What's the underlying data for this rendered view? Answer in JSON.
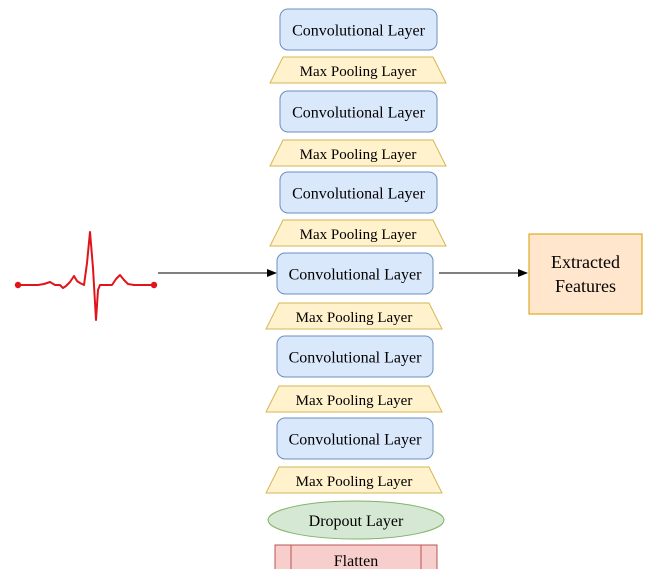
{
  "colors": {
    "conv_fill": "#dae8fc",
    "conv_stroke": "#6c8ebf",
    "pool_fill": "#fff2cc",
    "pool_stroke": "#d6b656",
    "dropout_fill": "#d5e8d4",
    "dropout_stroke": "#82b366",
    "flatten_fill": "#f8cecc",
    "flatten_stroke": "#b85450",
    "features_fill": "#ffe6cc",
    "features_stroke": "#d79b00",
    "signal": "#e0141c",
    "arrow": "#000000"
  },
  "icons": {
    "input": "ecg-signal-icon"
  },
  "layers": [
    {
      "type": "conv",
      "label": "Convolutional Layer"
    },
    {
      "type": "pool",
      "label": "Max Pooling Layer"
    },
    {
      "type": "conv",
      "label": "Convolutional Layer"
    },
    {
      "type": "pool",
      "label": "Max Pooling Layer"
    },
    {
      "type": "conv",
      "label": "Convolutional Layer"
    },
    {
      "type": "pool",
      "label": "Max Pooling Layer"
    },
    {
      "type": "conv",
      "label": "Convolutional Layer"
    },
    {
      "type": "pool",
      "label": "Max Pooling Layer"
    },
    {
      "type": "conv",
      "label": "Convolutional Layer"
    },
    {
      "type": "pool",
      "label": "Max Pooling Layer"
    },
    {
      "type": "conv",
      "label": "Convolutional Layer"
    },
    {
      "type": "pool",
      "label": "Max Pooling Layer"
    },
    {
      "type": "dropout",
      "label": "Dropout Layer"
    },
    {
      "type": "flatten",
      "label": "Flatten"
    }
  ],
  "output": {
    "line1": "Extracted",
    "line2": "Features"
  }
}
